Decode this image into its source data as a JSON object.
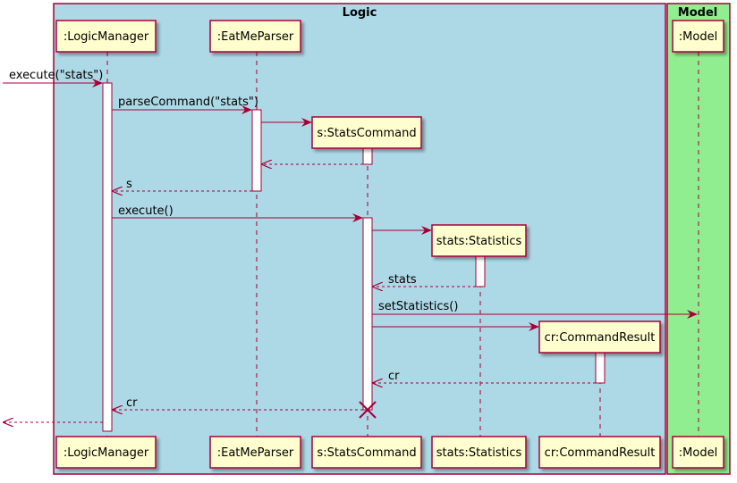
{
  "frames": {
    "logic": {
      "title": "Logic",
      "fill": "#ADD8E6"
    },
    "model": {
      "title": "Model",
      "fill": "#90EE90"
    }
  },
  "participants": [
    {
      "id": "logic-manager",
      "label": ":LogicManager"
    },
    {
      "id": "eatme-parser",
      "label": ":EatMeParser"
    },
    {
      "id": "stats-command",
      "label": "s:StatsCommand"
    },
    {
      "id": "statistics",
      "label": "stats:Statistics"
    },
    {
      "id": "command-result",
      "label": "cr:CommandResult"
    },
    {
      "id": "model",
      "label": ":Model"
    }
  ],
  "messages": [
    {
      "id": "execute-stats",
      "label": "execute(\"stats\")",
      "style": "solid"
    },
    {
      "id": "parse-command",
      "label": "parseCommand(\"stats\")",
      "style": "solid"
    },
    {
      "id": "create-stats-command",
      "label": "",
      "style": "solid"
    },
    {
      "id": "return-from-stats-command",
      "label": "",
      "style": "dashed"
    },
    {
      "id": "return-s",
      "label": "s",
      "style": "dashed"
    },
    {
      "id": "execute",
      "label": "execute()",
      "style": "solid"
    },
    {
      "id": "create-statistics",
      "label": "",
      "style": "solid"
    },
    {
      "id": "return-stats",
      "label": "stats",
      "style": "dashed"
    },
    {
      "id": "set-statistics",
      "label": "setStatistics()",
      "style": "solid"
    },
    {
      "id": "create-command-result",
      "label": "",
      "style": "solid"
    },
    {
      "id": "return-cr-1",
      "label": "cr",
      "style": "dashed"
    },
    {
      "id": "return-cr-2",
      "label": "cr",
      "style": "dashed"
    },
    {
      "id": "return-final",
      "label": "",
      "style": "dashed"
    }
  ],
  "colors": {
    "participant_fill": "#FEFECE",
    "line": "#A80036",
    "activation_fill": "#FFFFFF"
  }
}
